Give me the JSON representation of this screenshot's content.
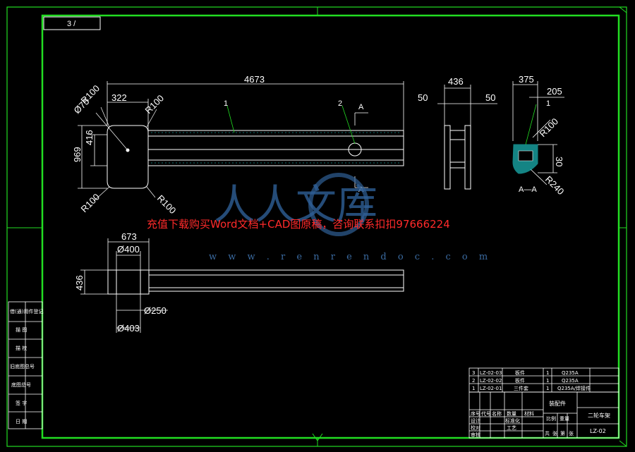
{
  "colors": {
    "frame": "#22dd22",
    "lines": "#ffffff",
    "dims": "#ffffff",
    "leaders": "#22dd22",
    "hatch": "#22dddd",
    "watermark_text": "#ff2a2a",
    "watermark_logo": "#2f5f96"
  },
  "top_left_box": "3 /",
  "front_view": {
    "overall_length": "4673",
    "top_offset": "322",
    "height_left": "969",
    "height_inner": "416",
    "phi": "Ø75",
    "r_top_left": "R100",
    "r_top_right": "R100",
    "r_bottom_left": "R100",
    "r_bottom_right": "R100",
    "balloon_1": "1",
    "balloon_2": "2",
    "section_mark_top": "A",
    "section_mark_bottom": "A"
  },
  "side_view": {
    "width": "436",
    "left": "50",
    "right": "50"
  },
  "section_view": {
    "top_width": "375",
    "right_width": "205",
    "balloon": "1",
    "radius": "R100",
    "height": "30",
    "radius_big": "R240",
    "label": "A—A"
  },
  "plan_view": {
    "width_673": "673",
    "phi_400": "Ø400",
    "height_436": "436",
    "phi_250": "Ø250",
    "phi_403": "Ø403"
  },
  "watermark": {
    "text": "充值下载购买Word文档+CAD图原稿，咨询联系扣扣97666224",
    "url": "w w w . r e n r e n d o c . c o m",
    "logo": "人人文库"
  },
  "left_strip": [
    "借(通)用件登记",
    "描 图",
    "描 校",
    "旧底图总号",
    "底图总号",
    "签 字",
    "日 期"
  ],
  "parts_list": [
    {
      "no": "3",
      "code": "LZ-02-03",
      "name": "板件",
      "qty": "1",
      "material": "Q235A"
    },
    {
      "no": "2",
      "code": "LZ-02-02",
      "name": "板件",
      "qty": "1",
      "material": "Q235A"
    },
    {
      "no": "1",
      "code": "LZ-02-01",
      "name": "三件套",
      "qty": "1",
      "material": "Q235A/焊接件"
    }
  ],
  "title_block": {
    "drawing_name": "装配件",
    "company": "二轮车架",
    "drawing_no": "LZ-02",
    "row_header": [
      "序号",
      "代号",
      "名称",
      "数量",
      "材料"
    ],
    "small_labels": [
      "设计",
      "校对",
      "审核",
      "工艺",
      "标准化",
      "比例",
      "重量",
      "共",
      "张",
      "第",
      "张"
    ]
  }
}
